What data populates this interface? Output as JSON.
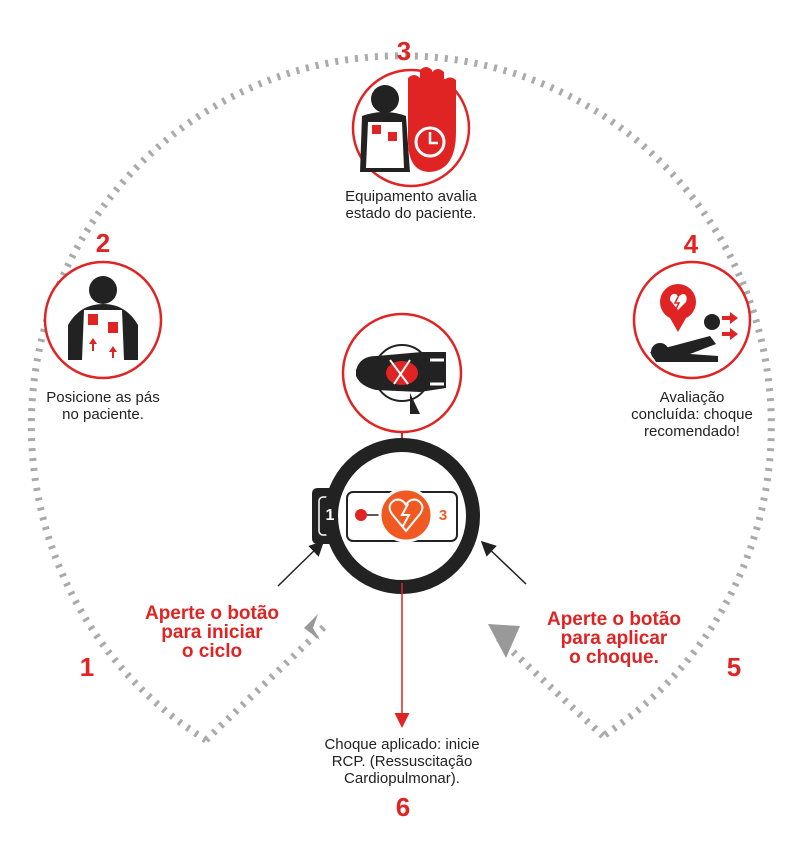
{
  "colors": {
    "accent": "#e02424",
    "orange": "#f05a22",
    "dark": "#222222",
    "dots": "#aaaaaa"
  },
  "steps": [
    {
      "number": "1",
      "action": [
        "Aperte o botão",
        "para iniciar",
        "o ciclo"
      ]
    },
    {
      "number": "2",
      "caption": [
        "Posicione as pás",
        "no paciente."
      ],
      "icon": "patient-pads-icon"
    },
    {
      "number": "3",
      "caption": [
        "Equipamento avalia",
        "estado do paciente."
      ],
      "icon": "analyzing-hand-icon"
    },
    {
      "number": "4",
      "caption": [
        "Avaliação",
        "concluída: choque",
        "recomendado!"
      ],
      "icon": "shock-advised-icon"
    },
    {
      "number": "5",
      "action": [
        "Aperte o botão",
        "para aplicar",
        "o choque."
      ]
    },
    {
      "number": "6",
      "caption": [
        "Choque aplicado: inicie",
        "RCP. (Ressuscitação",
        "Cardiopulmonar)."
      ]
    }
  ],
  "device": {
    "button_left": "1",
    "button_right": "3",
    "icon": "heart-lightning-icon"
  }
}
